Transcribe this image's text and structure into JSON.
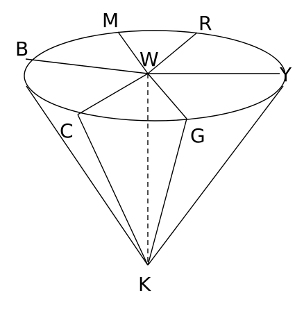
{
  "points": {
    "B": "B",
    "M": "M",
    "R": "R",
    "W": "W",
    "Y": "Y",
    "C": "C",
    "G": "G",
    "K": "K"
  }
}
